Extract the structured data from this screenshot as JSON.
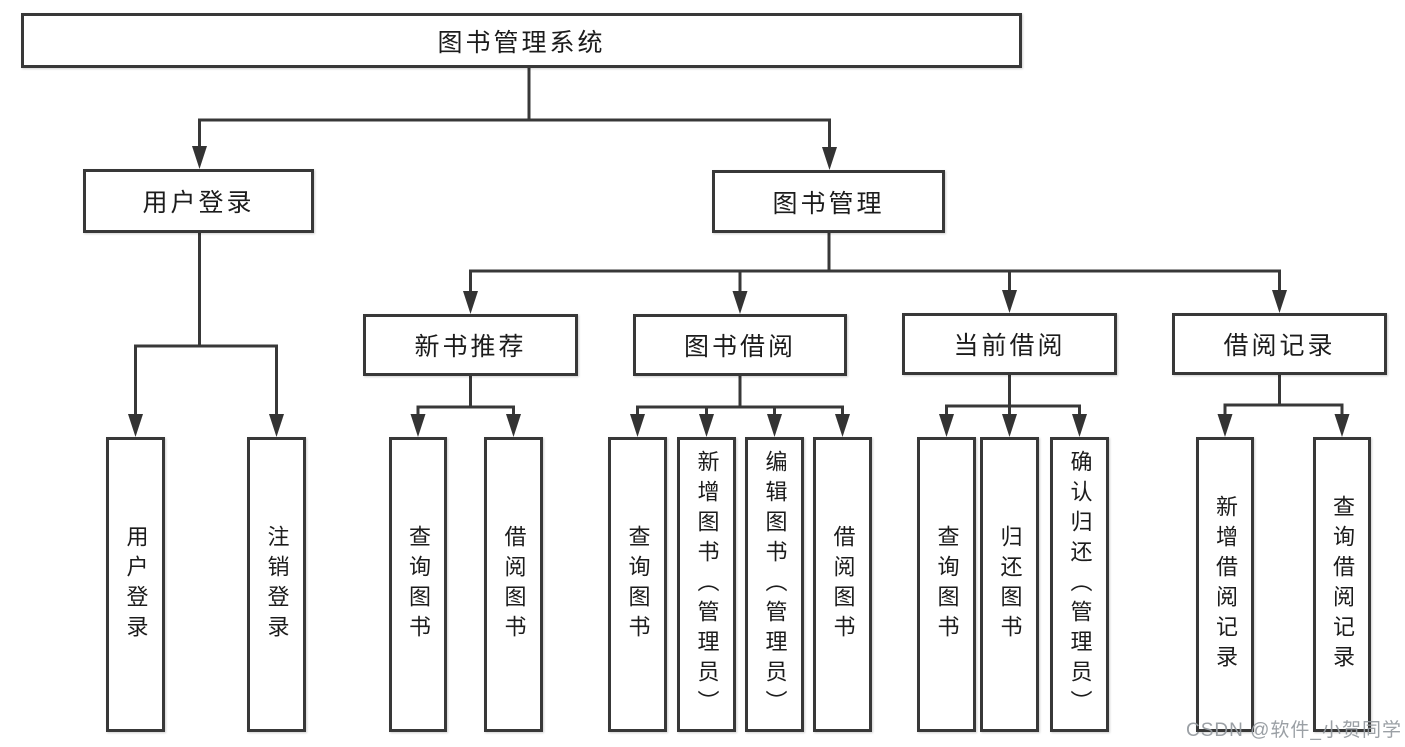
{
  "tree": {
    "root": {
      "label": "图书管理系统"
    },
    "branches": [
      {
        "label": "用户登录",
        "children": [
          {
            "label": "用户登录"
          },
          {
            "label": "注销登录"
          }
        ]
      },
      {
        "label": "图书管理",
        "children": [
          {
            "label": "新书推荐",
            "children": [
              {
                "label": "查询图书"
              },
              {
                "label": "借阅图书"
              }
            ]
          },
          {
            "label": "图书借阅",
            "children": [
              {
                "label": "查询图书"
              },
              {
                "label": "新增图书（管理员）"
              },
              {
                "label": "编辑图书（管理员）"
              },
              {
                "label": "借阅图书"
              }
            ]
          },
          {
            "label": "当前借阅",
            "children": [
              {
                "label": "查询图书"
              },
              {
                "label": "归还图书"
              },
              {
                "label": "确认归还（管理员）"
              }
            ]
          },
          {
            "label": "借阅记录",
            "children": [
              {
                "label": "新增借阅记录"
              },
              {
                "label": "查询借阅记录"
              }
            ]
          }
        ]
      }
    ]
  },
  "watermark": {
    "text": "CSDN @软件_小贺同学"
  },
  "colors": {
    "line": "#383838",
    "box_border": "#383838",
    "text": "#1c1c1c",
    "watermark": "#969ba0",
    "background": "#ffffff"
  }
}
